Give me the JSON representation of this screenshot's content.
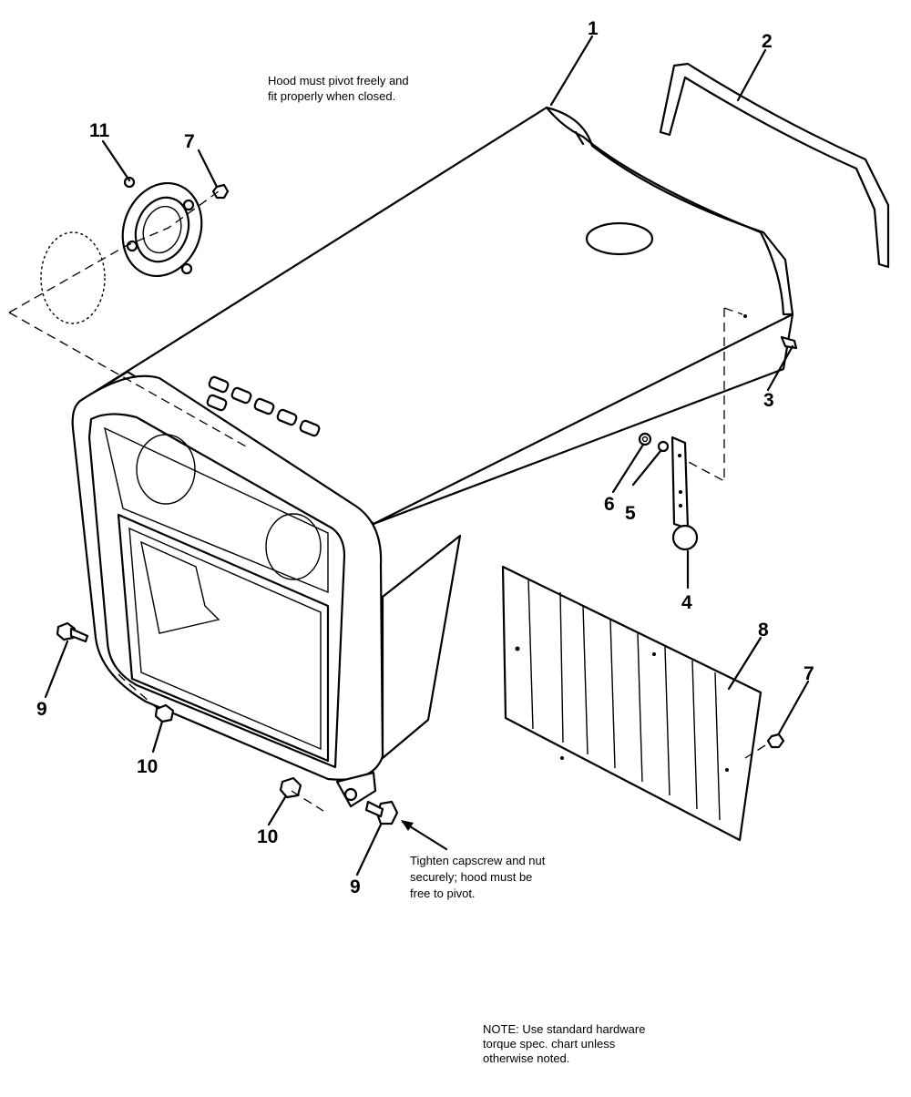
{
  "notes": {
    "hood_pivot": "Hood must pivot freely and\nfit properly when closed.",
    "tighten": "Tighten capscrew and nut\nsecurely; hood must be\nfree to pivot.",
    "torque": "NOTE: Use standard hardware\ntorque spec. chart unless\notherwise noted."
  },
  "callouts": {
    "c1": "1",
    "c2": "2",
    "c3": "3",
    "c4": "4",
    "c5": "5",
    "c6": "6",
    "c7_top": "7",
    "c7_right": "7",
    "c8": "8",
    "c9_left": "9",
    "c9_bottom": "9",
    "c10_left": "10",
    "c10_bottom": "10",
    "c11": "11"
  },
  "colors": {
    "line": "#000000",
    "background": "#ffffff"
  }
}
